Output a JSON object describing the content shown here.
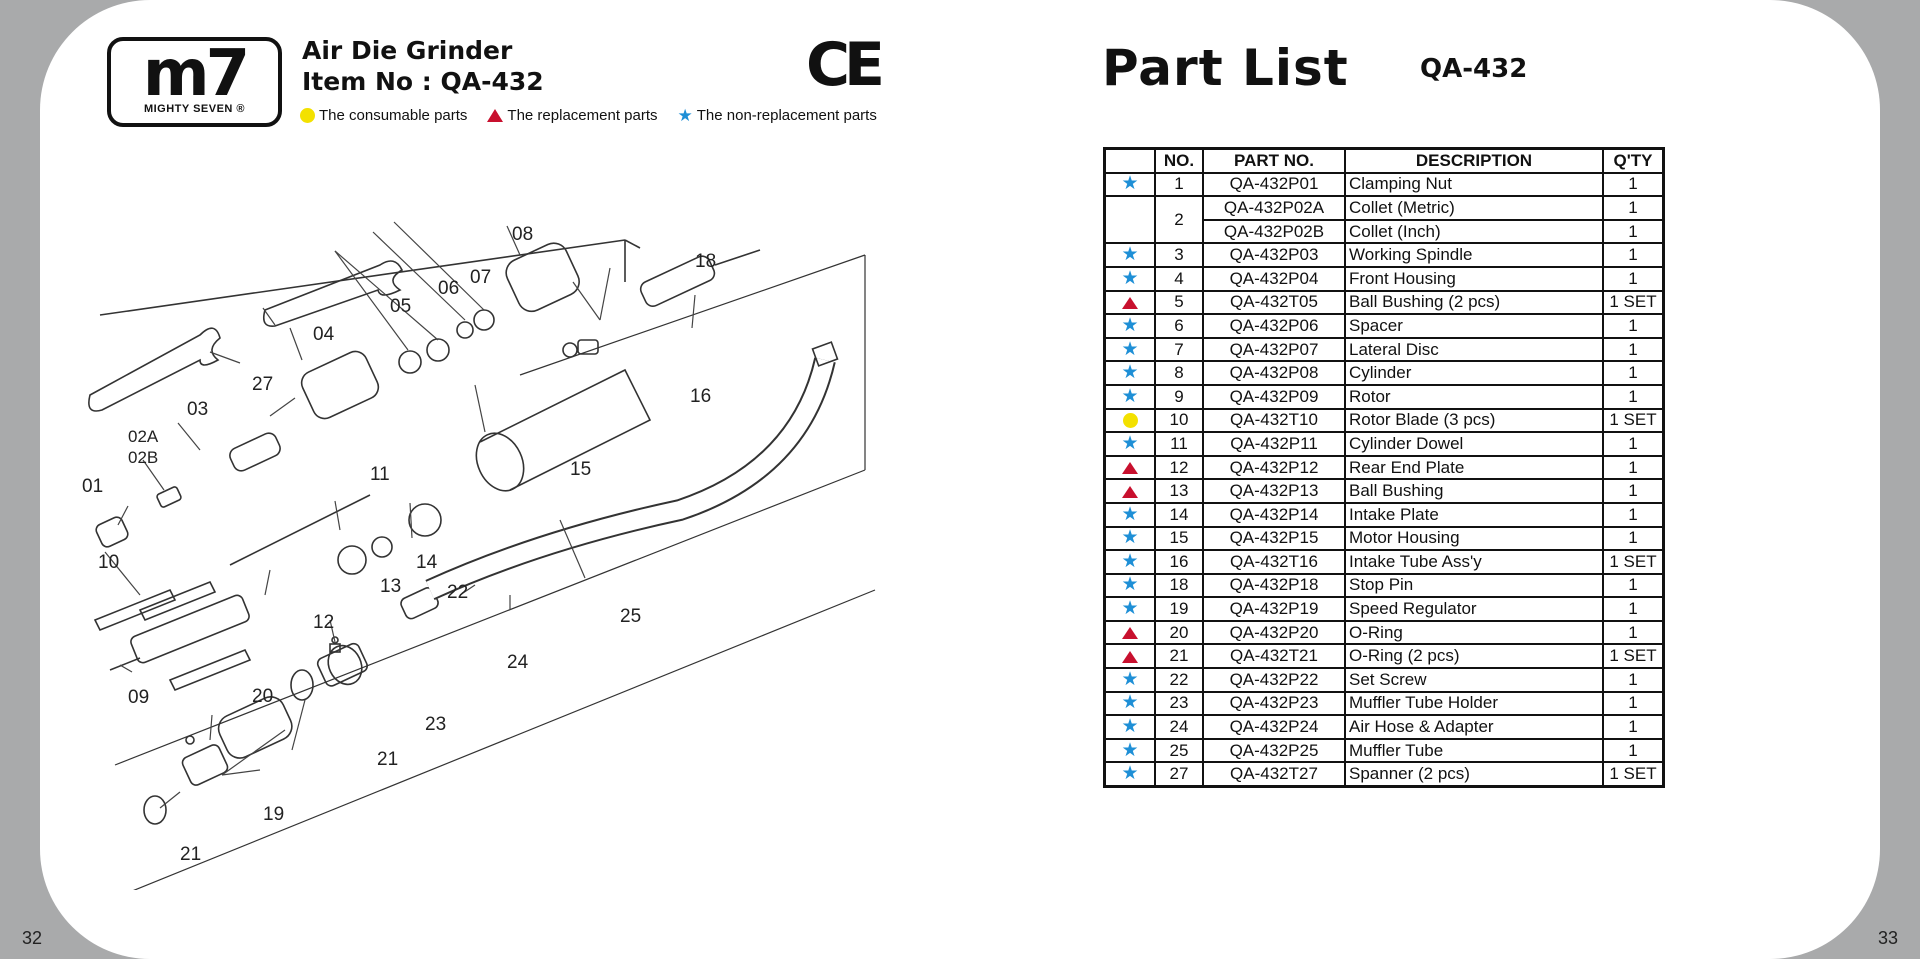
{
  "left_page": {
    "logo": {
      "big": "m7",
      "small": "MIGHTY SEVEN ®"
    },
    "product_title": "Air Die Grinder",
    "item_no_text": "Item No : QA-432",
    "ce_mark": "CE",
    "legend": [
      {
        "icon": "yellow-dot-icon",
        "color": "#f3e100",
        "label": "The consumable parts"
      },
      {
        "icon": "red-triangle-icon",
        "color": "#c8102e",
        "label": "The replacement parts"
      },
      {
        "icon": "blue-star-icon",
        "color": "#1e8fd6",
        "label": "The non-replacement parts"
      }
    ],
    "diagram_labels": {
      "l01": "01",
      "l02a": "02A",
      "l02b": "02B",
      "l03": "03",
      "l04": "04",
      "l05": "05",
      "l06": "06",
      "l07": "07",
      "l08": "08",
      "l09": "09",
      "l10": "10",
      "l11": "11",
      "l12": "12",
      "l13": "13",
      "l14": "14",
      "l15": "15",
      "l16": "16",
      "l18": "18",
      "l19": "19",
      "l20": "20",
      "l21a": "21",
      "l21b": "21",
      "l22": "22",
      "l23": "23",
      "l24": "24",
      "l25": "25",
      "l27": "27"
    },
    "page_number": "32"
  },
  "right_page": {
    "title": "Part List",
    "model": "QA-432",
    "table": {
      "headers": {
        "mark": "",
        "no": "NO.",
        "part": "PART NO.",
        "desc": "DESCRIPTION",
        "qty": "Q'TY"
      },
      "rows": [
        {
          "mark": "star",
          "no": "1",
          "part": "QA-432P01",
          "desc": "Clamping Nut",
          "qty": "1"
        },
        {
          "mark": "",
          "no": "2",
          "part": "QA-432P02A",
          "desc": "Collet (Metric)",
          "qty": "1"
        },
        {
          "mark": "",
          "no": "",
          "part": "QA-432P02B",
          "desc": "Collet (Inch)",
          "qty": "1"
        },
        {
          "mark": "star",
          "no": "3",
          "part": "QA-432P03",
          "desc": "Working Spindle",
          "qty": "1"
        },
        {
          "mark": "star",
          "no": "4",
          "part": "QA-432P04",
          "desc": "Front Housing",
          "qty": "1"
        },
        {
          "mark": "triangle",
          "no": "5",
          "part": "QA-432T05",
          "desc": "Ball Bushing (2 pcs)",
          "qty": "1 SET"
        },
        {
          "mark": "star",
          "no": "6",
          "part": "QA-432P06",
          "desc": "Spacer",
          "qty": "1"
        },
        {
          "mark": "star",
          "no": "7",
          "part": "QA-432P07",
          "desc": "Lateral Disc",
          "qty": "1"
        },
        {
          "mark": "star",
          "no": "8",
          "part": "QA-432P08",
          "desc": "Cylinder",
          "qty": "1"
        },
        {
          "mark": "star",
          "no": "9",
          "part": "QA-432P09",
          "desc": "Rotor",
          "qty": "1"
        },
        {
          "mark": "dot",
          "no": "10",
          "part": "QA-432T10",
          "desc": "Rotor Blade (3 pcs)",
          "qty": "1 SET"
        },
        {
          "mark": "star",
          "no": "11",
          "part": "QA-432P11",
          "desc": "Cylinder Dowel",
          "qty": "1"
        },
        {
          "mark": "triangle",
          "no": "12",
          "part": "QA-432P12",
          "desc": "Rear End Plate",
          "qty": "1"
        },
        {
          "mark": "triangle",
          "no": "13",
          "part": "QA-432P13",
          "desc": "Ball Bushing",
          "qty": "1"
        },
        {
          "mark": "star",
          "no": "14",
          "part": "QA-432P14",
          "desc": "Intake Plate",
          "qty": "1"
        },
        {
          "mark": "star",
          "no": "15",
          "part": "QA-432P15",
          "desc": "Motor Housing",
          "qty": "1"
        },
        {
          "mark": "star",
          "no": "16",
          "part": "QA-432T16",
          "desc": "Intake Tube Ass'y",
          "qty": "1 SET"
        },
        {
          "mark": "star",
          "no": "18",
          "part": "QA-432P18",
          "desc": "Stop Pin",
          "qty": "1"
        },
        {
          "mark": "star",
          "no": "19",
          "part": "QA-432P19",
          "desc": "Speed Regulator",
          "qty": "1"
        },
        {
          "mark": "triangle",
          "no": "20",
          "part": "QA-432P20",
          "desc": "O-Ring",
          "qty": "1"
        },
        {
          "mark": "triangle",
          "no": "21",
          "part": "QA-432T21",
          "desc": "O-Ring (2 pcs)",
          "qty": "1 SET"
        },
        {
          "mark": "star",
          "no": "22",
          "part": "QA-432P22",
          "desc": "Set Screw",
          "qty": "1"
        },
        {
          "mark": "star",
          "no": "23",
          "part": "QA-432P23",
          "desc": "Muffler Tube Holder",
          "qty": "1"
        },
        {
          "mark": "star",
          "no": "24",
          "part": "QA-432P24",
          "desc": "Air Hose & Adapter",
          "qty": "1"
        },
        {
          "mark": "star",
          "no": "25",
          "part": "QA-432P25",
          "desc": "Muffler Tube",
          "qty": "1"
        },
        {
          "mark": "star",
          "no": "27",
          "part": "QA-432T27",
          "desc": "Spanner (2 pcs)",
          "qty": "1 SET"
        }
      ]
    },
    "page_number": "33"
  }
}
